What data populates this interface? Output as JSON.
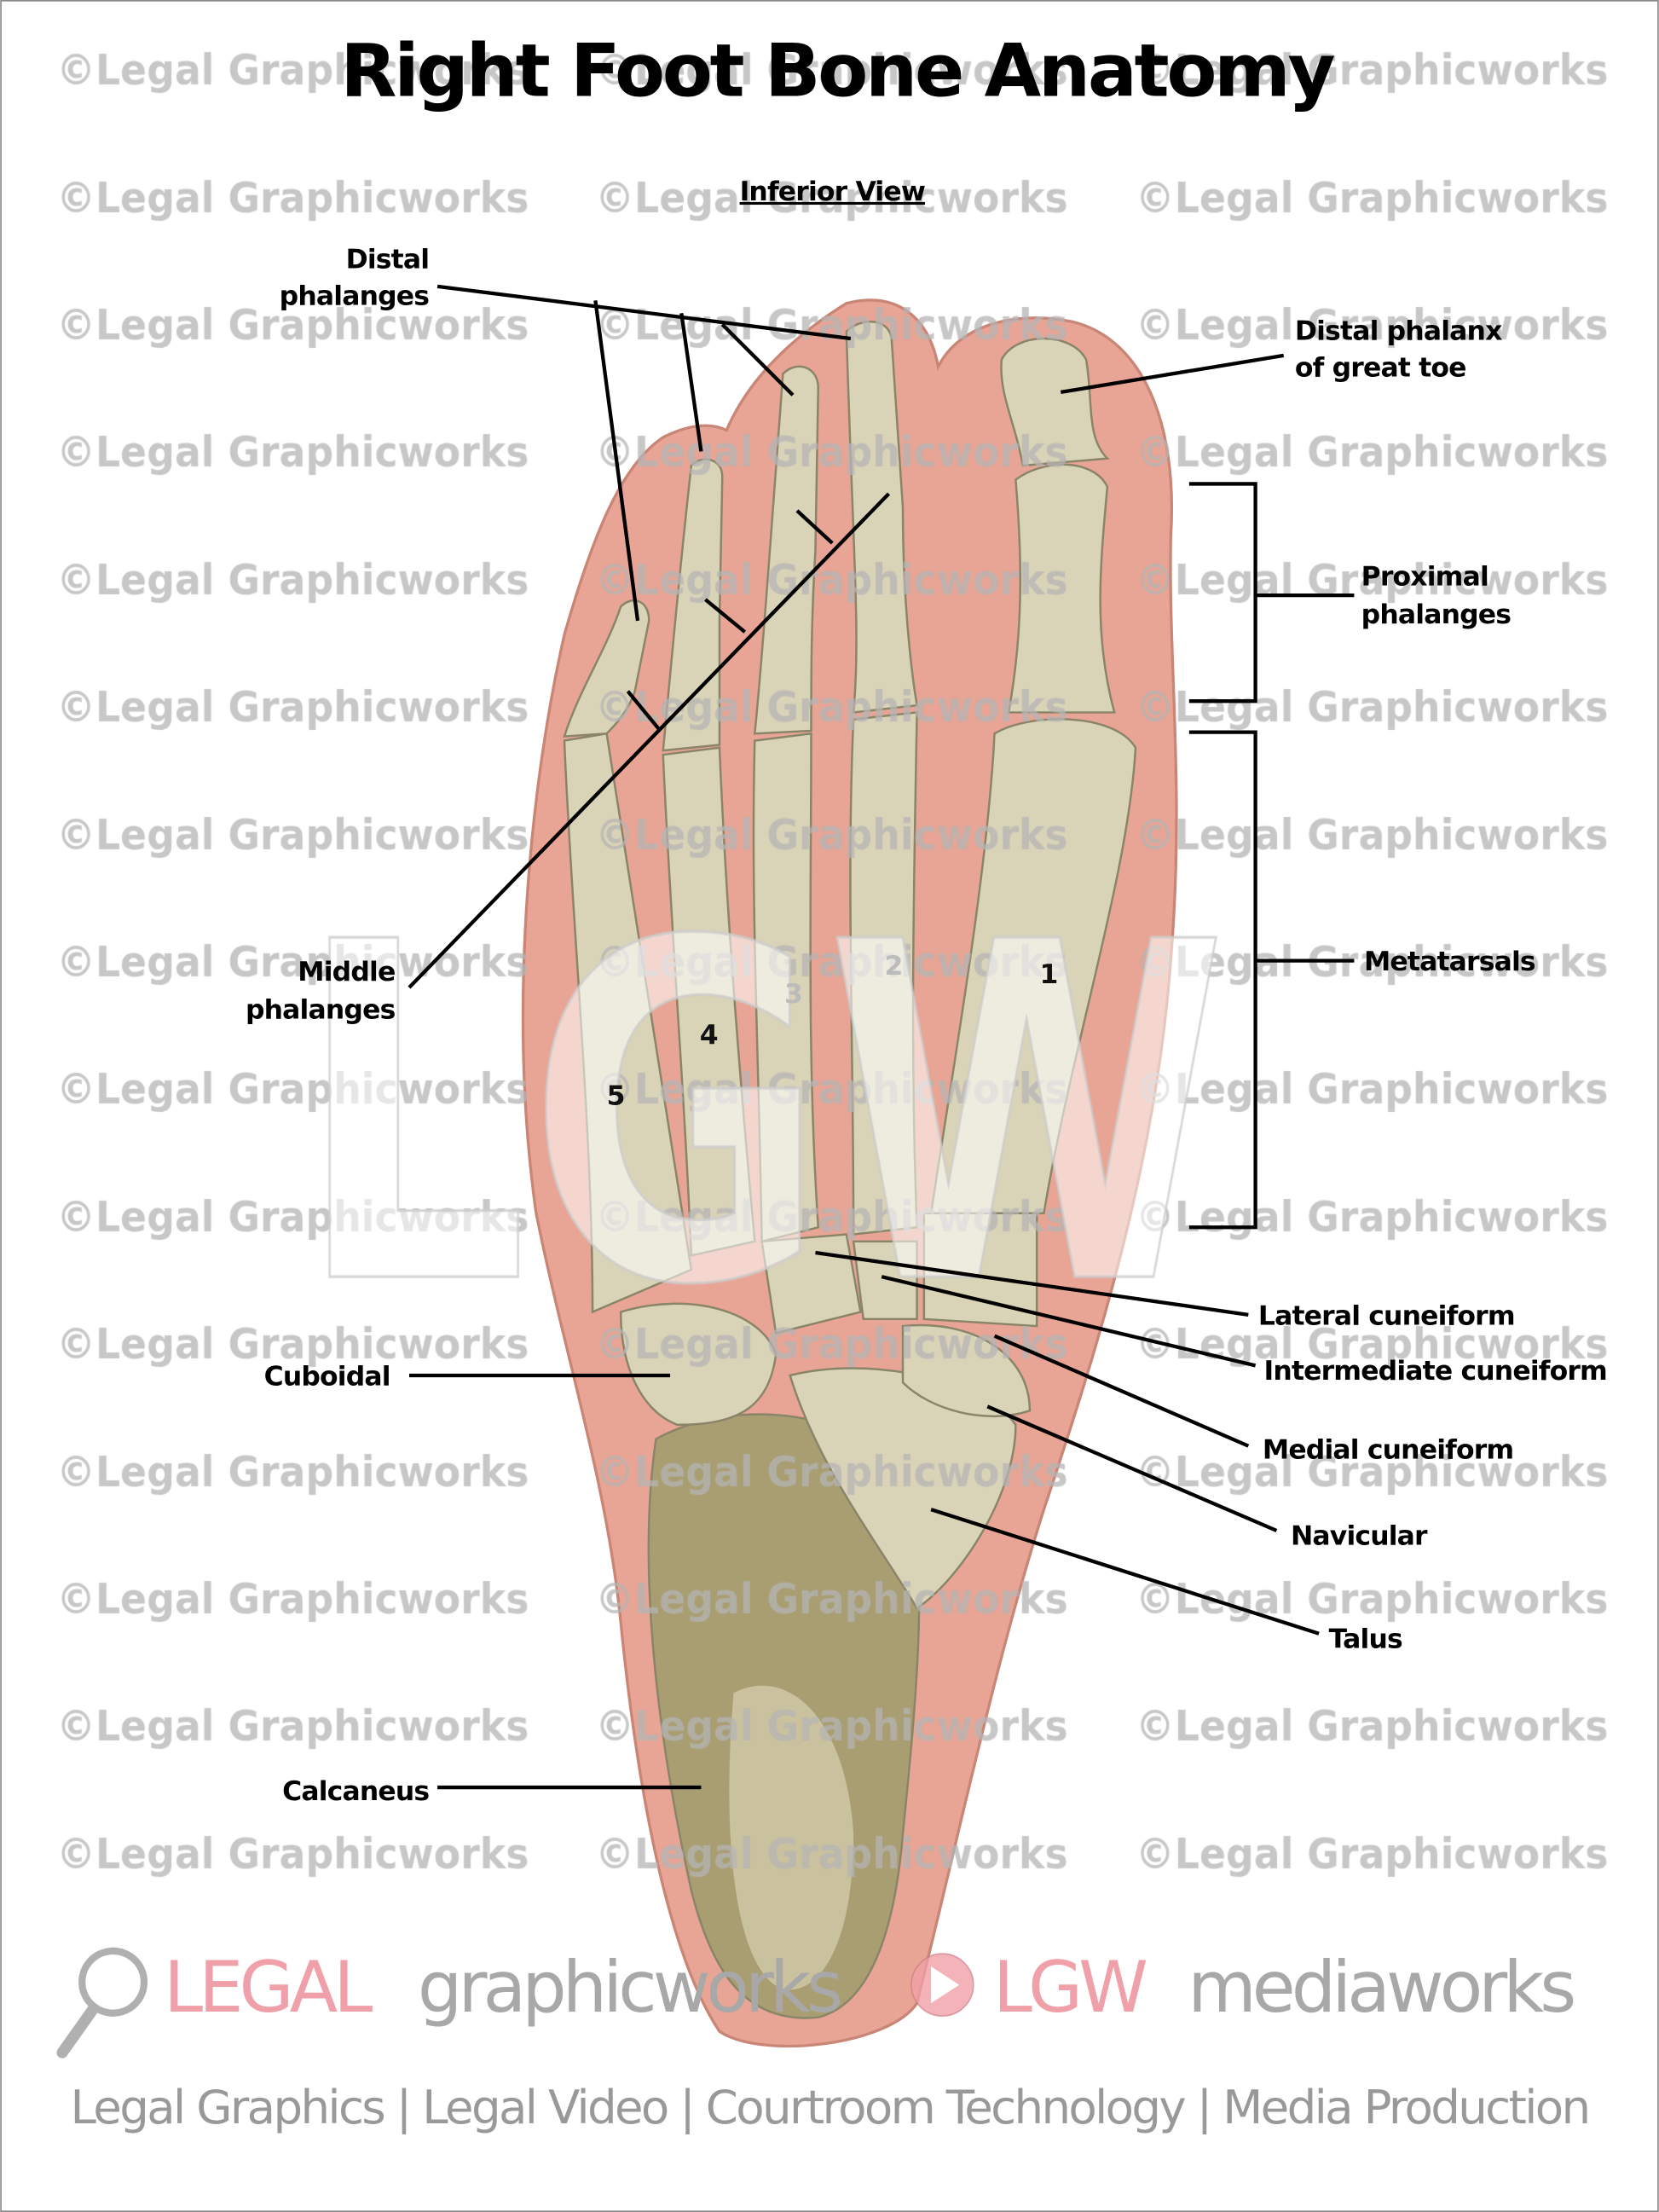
{
  "title": "Right Foot Bone Anatomy",
  "subtitle": "Inferior View",
  "watermark": "©Legal Graphicworks",
  "center_watermark": "LGW",
  "labels": {
    "distal_phalanges": [
      "Distal",
      "phalanges"
    ],
    "distal_phalanx_great_toe": [
      "Distal phalanx",
      "of great toe"
    ],
    "proximal_phalanges": [
      "Proximal",
      "phalanges"
    ],
    "metatarsals": "Metatarsals",
    "middle_phalanges": [
      "Middle",
      "phalanges"
    ],
    "lateral_cuneiform": "Lateral cuneiform",
    "intermediate_cuneiform": "Intermediate cuneiform",
    "medial_cuneiform": "Medial cuneiform",
    "navicular": "Navicular",
    "talus": "Talus",
    "cuboidal": "Cuboidal",
    "calcaneus": "Calcaneus"
  },
  "metatarsal_numbers": [
    "1",
    "2",
    "3",
    "4",
    "5"
  ],
  "footer": {
    "brand1_a": "LEGAL",
    "brand1_b": "graphicworks",
    "brand2_a": "LGW",
    "brand2_b": "mediaworks",
    "tagline": "Legal Graphics | Legal Video | Courtroom Technology | Media Production"
  },
  "colors": {
    "skin": "#e8a595",
    "bone": "#d9d3b8",
    "brand_pink": "#f0a0a8",
    "brand_gray": "#a8a8a8"
  }
}
